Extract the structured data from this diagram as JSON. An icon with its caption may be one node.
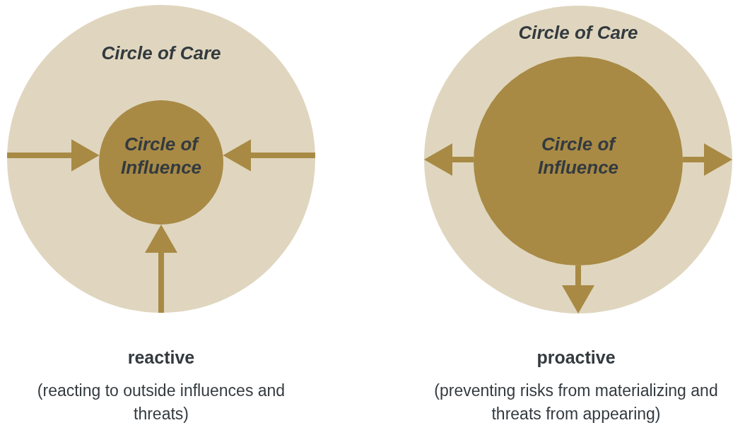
{
  "diagram": {
    "nodes": [
      {
        "text": [
          "Circle of Care"
        ],
        "beside": [
          "reactive",
          "(reacting to outside influences and threats)"
        ]
      },
      {
        "text": [
          "Circle of Influence"
        ],
        "in": 0
      },
      {
        "text": [
          "Circle of Care"
        ],
        "beside": [
          "proactive",
          "(preventing risks from materializing and threats from appearing)"
        ]
      },
      {
        "text": [
          "Circle of Influence"
        ],
        "in": 2
      }
    ],
    "edges": [
      {
        "from": 0,
        "to": 1,
        "arrow": "to"
      },
      {
        "from": 0,
        "to": 1,
        "arrow": "to"
      },
      {
        "from": 0,
        "to": 1,
        "arrow": "to"
      },
      {
        "from": 3,
        "to": 2,
        "arrow": "to"
      },
      {
        "from": 3,
        "to": 2,
        "arrow": "to"
      },
      {
        "from": 3,
        "to": 2,
        "arrow": "to"
      }
    ]
  }
}
